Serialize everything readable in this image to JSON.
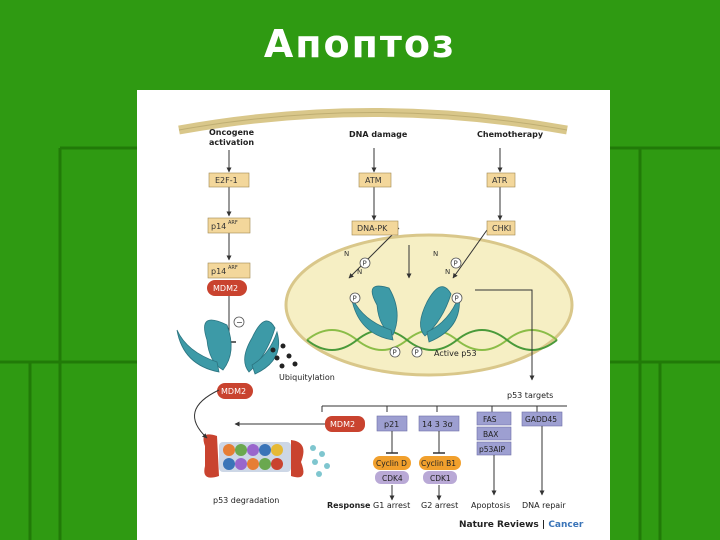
{
  "slide": {
    "title": "Апоптоз",
    "background": "#2f9a12"
  },
  "figure": {
    "credit_prefix": "Nature Reviews | ",
    "credit_journal": "Cancer",
    "inputs": {
      "oncogene": [
        "Oncogene",
        "activation"
      ],
      "dna_damage": "DNA damage",
      "chemo": "Chemotherapy"
    },
    "nodes": {
      "e2f1": "E2F-1",
      "atm": "ATM",
      "atr": "ATR",
      "p14arf_1": "p14",
      "p14arf_2": "p14",
      "arf_sup": "ARF",
      "dnapk": "DNA-PK",
      "chk1": "CHKI",
      "mdm2_top": "MDM2",
      "mdm2_bottom": "MDM2",
      "mdm2_targets": "MDM2",
      "p21": "p21",
      "sigma": "14 3 3σ",
      "fas": "FAS",
      "bax": "BAX",
      "p53aip": "p53AIP",
      "gadd45": "GADD45",
      "cyclin_d": "Cyclin D",
      "cdk4": "CDK4",
      "cyclin_b1": "Cyclin B1",
      "cdk1": "CDK1"
    },
    "labels": {
      "minus": "−",
      "ubiquitylation": "Ubiquitylation",
      "active_p53": "Active p53",
      "p53_targets": "p53 targets",
      "p53_degradation": "p53 degradation",
      "n": "N",
      "p": "P"
    },
    "responses": {
      "title": "Response",
      "g1": "G1 arrest",
      "g2": "G2 arrest",
      "apoptosis": "Apoptosis",
      "dna_repair": "DNA repair"
    },
    "colors": {
      "gene_box": "#f3d79b",
      "target_box": "#9d9fd1",
      "mdm2": "#c9432f",
      "cyclin": "#f1a02d",
      "cdk": "#b9a9d6",
      "p53": "#3d9aa7",
      "nucleus": "#f6efc4",
      "membrane": "#d9c78a"
    }
  }
}
